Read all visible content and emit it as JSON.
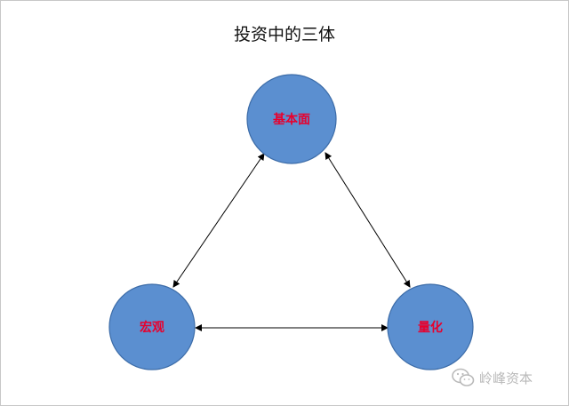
{
  "title": "投资中的三体",
  "colors": {
    "node_fill": "#5b8fd0",
    "node_stroke": "#3c6ca8",
    "label": "#e8002d",
    "edge": "#000000",
    "watermark": "#b9b9b9"
  },
  "nodes": {
    "top": {
      "label": "基本面"
    },
    "left": {
      "label": "宏观"
    },
    "right": {
      "label": "量化"
    }
  },
  "edges": [
    {
      "from": "top",
      "to": "left",
      "direction": "bidirectional"
    },
    {
      "from": "top",
      "to": "right",
      "direction": "bidirectional"
    },
    {
      "from": "left",
      "to": "right",
      "direction": "bidirectional"
    }
  ],
  "watermark": {
    "text": "岭峰资本",
    "icon": "wechat-icon"
  }
}
